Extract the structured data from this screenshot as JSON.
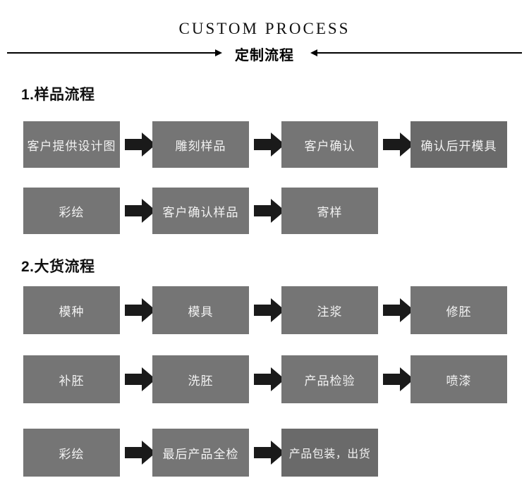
{
  "header": {
    "title_en": "CUSTOM PROCESS",
    "title_cn": "定制流程"
  },
  "sections": [
    {
      "id": "sample",
      "title": "1.样品流程",
      "rows": [
        {
          "steps": [
            "客户提供设计图",
            "雕刻样品",
            "客户确认",
            "确认后开模具"
          ]
        },
        {
          "steps": [
            "彩绘",
            "客户确认样品",
            "寄样"
          ]
        }
      ]
    },
    {
      "id": "bulk",
      "title": "2.大货流程",
      "rows": [
        {
          "steps": [
            "模种",
            "模具",
            "注浆",
            "修胚"
          ]
        },
        {
          "steps": [
            "补胚",
            "洗胚",
            "产品检验",
            "喷漆"
          ]
        },
        {
          "steps": [
            "彩绘",
            "最后产品全检",
            "产品包装，出货"
          ]
        }
      ]
    }
  ],
  "colors": {
    "box_fill": "#757575",
    "box_fill_dark": "#6a6a6a",
    "box_text": "#f2f2f2",
    "arrow": "#1a1a1a",
    "rule": "#000000"
  }
}
